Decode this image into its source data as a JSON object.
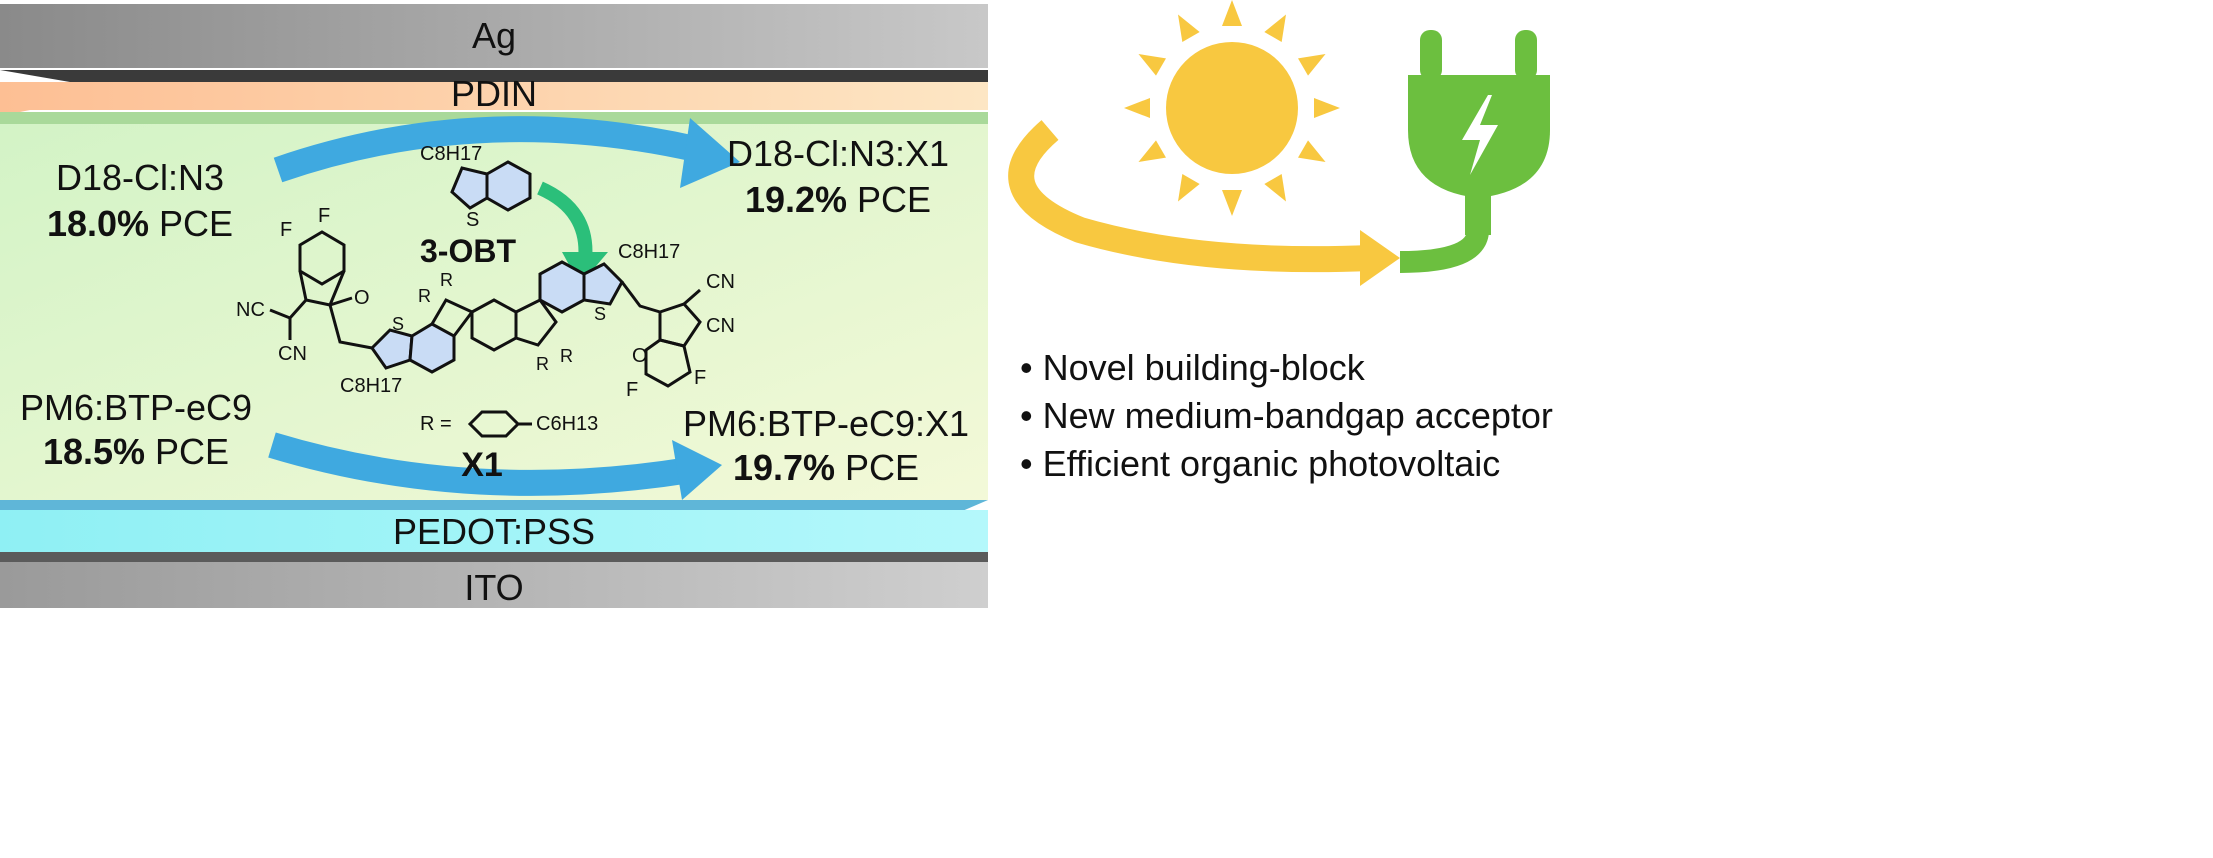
{
  "layers": {
    "top_electrode": "Ag",
    "etl": "PDIN",
    "htl": "PEDOT:PSS",
    "bottom_electrode": "ITO"
  },
  "systems": [
    {
      "blend": "D18-Cl:N3",
      "pce_value": "18.0%",
      "pce_label": "PCE"
    },
    {
      "blend": "D18-Cl:N3:X1",
      "pce_value": "19.2%",
      "pce_label": "PCE"
    },
    {
      "blend": "PM6:BTP-eC9",
      "pce_value": "18.5%",
      "pce_label": "PCE"
    },
    {
      "blend": "PM6:BTP-eC9:X1",
      "pce_value": "19.7%",
      "pce_label": "PCE"
    }
  ],
  "molecule": {
    "building_block": "3-OBT",
    "acceptor": "X1",
    "labels": {
      "c8h17": "C8H17",
      "r_def": "R =",
      "c6h13": "C6H13",
      "s": "S",
      "f": "F",
      "o": "O",
      "nc": "NC",
      "cn": "CN",
      "r": "R"
    }
  },
  "highlights": [
    "Novel building-block",
    "New medium-bandgap acceptor",
    "Efficient organic photovoltaic"
  ],
  "colors": {
    "arrow_blue": "#3fa9e0",
    "sun_yellow": "#f8c840",
    "plug_green": "#6cbf3f",
    "green_arrow": "#2bbf7a"
  }
}
